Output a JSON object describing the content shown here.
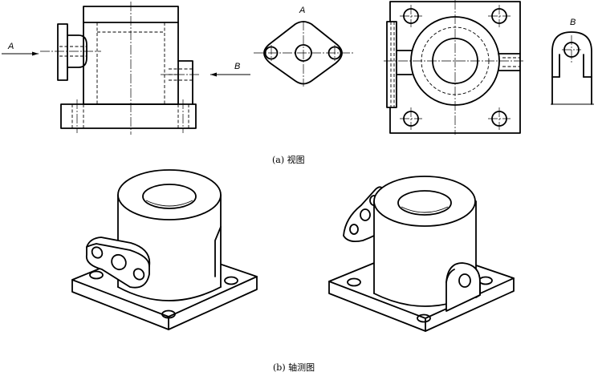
{
  "captions": {
    "views": "(a) 视图",
    "axonometric": "(b) 轴测图"
  },
  "view_labels": {
    "arrow_a": "A",
    "arrow_b": "B",
    "view_a_title": "A",
    "view_b_title": "B"
  }
}
